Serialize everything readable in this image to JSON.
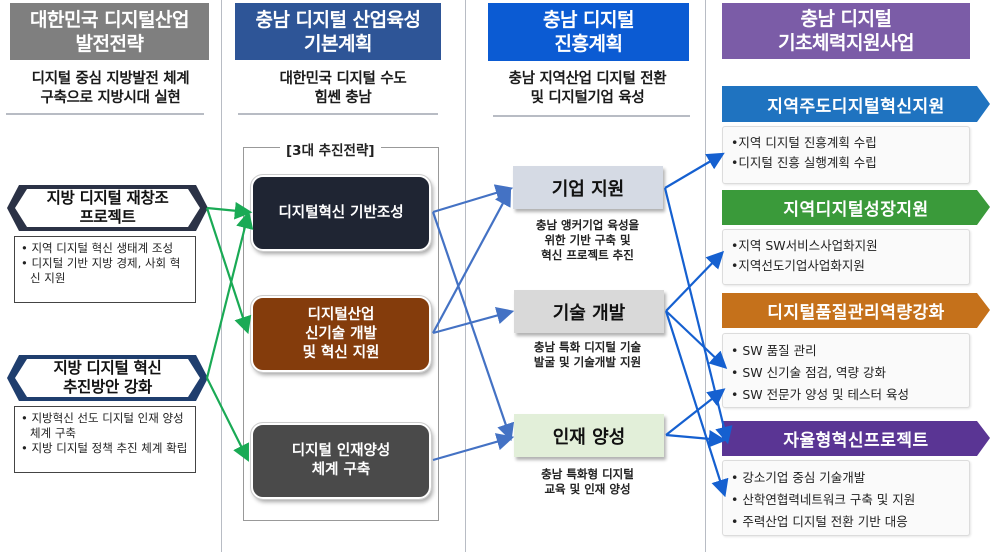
{
  "columns": [
    {
      "header": [
        "대한민국 디지털산업",
        "발전전략"
      ],
      "header_color": "#7f7f7f",
      "subtitle": [
        "디지털 중심 지방발전 체계",
        "구축으로 지방시대 실현"
      ]
    },
    {
      "header": [
        "충남 디지털 산업육성",
        "기본계획"
      ],
      "header_color": "#2e5597",
      "subtitle": [
        "대한민국 디지털 수도",
        "힘쎈 충남"
      ]
    },
    {
      "header": [
        "충남 디지털",
        "진흥계획"
      ],
      "header_color": "#0b5bd3",
      "subtitle": [
        "충남 지역산업 디지털 전환",
        "및 디지털기업 육성"
      ]
    },
    {
      "header": [
        "충남 디지털",
        "기초체력지원사업"
      ],
      "header_color": "#7b5ca7",
      "subtitle": []
    }
  ],
  "national": [
    {
      "title": [
        "지방 디지털 재창조",
        "프로젝트"
      ],
      "bullets": [
        "지역 디지털 혁신 생태계 조성",
        "디지털 기반 지방 경제, 사회 혁신 지원"
      ]
    },
    {
      "title": [
        "지방 디지털 혁신",
        "추진방안 강화"
      ],
      "bullets": [
        "지방혁신 선도 디지털 인재 양성 체계 구축",
        "지방 디지털 정책 추진 체계 확립"
      ]
    }
  ],
  "strategy_frame_title": "[3대 추진전략]",
  "strategies": [
    {
      "label": [
        "디지털혁신 기반조성"
      ],
      "color": "#1f2533"
    },
    {
      "label": [
        "디지털산업",
        "신기술 개발",
        "및 혁신 지원"
      ],
      "color": "#843c0c"
    },
    {
      "label": [
        "디지털 인재양성",
        "체계 구축"
      ],
      "color": "#4a4a4a"
    }
  ],
  "promotion": [
    {
      "title": "기업 지원",
      "color": "#d5dae4",
      "desc": [
        "충남 앵커기업 육성을",
        "위한 기반 구축 및",
        "혁신 프로젝트 추진"
      ]
    },
    {
      "title": "기술 개발",
      "color": "#d9d9d9",
      "desc": [
        "충남 특화 디지털 기술",
        "발굴 및 기술개발 지원"
      ]
    },
    {
      "title": "인재 양성",
      "color": "#e2efd9",
      "desc": [
        "충남 특화형 디지털",
        "교육 및 인재 양성"
      ]
    }
  ],
  "programs": [
    {
      "title": "지역주도디지털혁신지원",
      "color": "#1f73c0",
      "items": [
        "•지역 디지털 진흥계획 수립",
        "•디지털 진흥 실행계획 수립"
      ]
    },
    {
      "title": "지역디지털성장지원",
      "color": "#3a9a3a",
      "items": [
        "•지역 SW서비스사업화지원",
        "•지역선도기업사업화지원"
      ]
    },
    {
      "title": "디지털품질관리역량강화",
      "color": "#c5711b",
      "items": [
        "• SW 품질 관리",
        "• SW 신기술 점검, 역량 강화",
        "• SW 전문가 양성 및 테스터 육성"
      ]
    },
    {
      "title": "자율형혁신프로젝트",
      "color": "#5a3594",
      "items": [
        "•  강소기업 중심 기술개발",
        "• 산학연협력네트워크 구축 및 지원",
        "• 주력산업 디지털 전환  기반 대응"
      ]
    }
  ],
  "connector_colors": {
    "national_to_strategy": "#1aaa55",
    "strategy_to_promotion": "#4472c4",
    "promotion_to_program": "#1560d0"
  }
}
